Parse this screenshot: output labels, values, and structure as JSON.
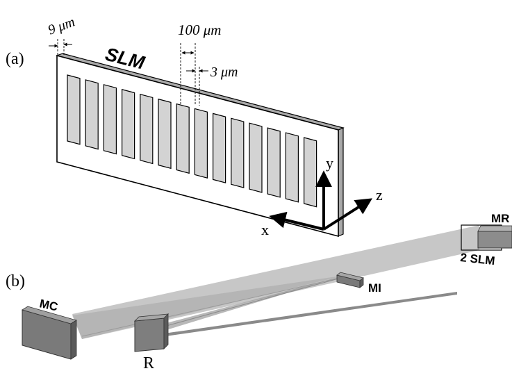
{
  "panel_a": {
    "label": "(a)",
    "slm_label": "SLM",
    "dim_border": "9 μm",
    "dim_pitch": "100 μm",
    "dim_gap": "3 μm",
    "axis_x": "x",
    "axis_y": "y",
    "axis_z": "z"
  },
  "panel_b": {
    "label": "(b)",
    "mirror_mc": "MC",
    "mirror_mi": "MI",
    "mirror_mr": "MR",
    "slm_label": "2 SLM",
    "component_r": "R"
  },
  "colors": {
    "outline": "#000000",
    "stripe_fill": "#d3d3d3",
    "slm_edge": "#a9a9a9",
    "beam": "#b9b9b9",
    "mirror_dark": "#6e6e6e",
    "mirror_mid": "#8c8c8c"
  }
}
